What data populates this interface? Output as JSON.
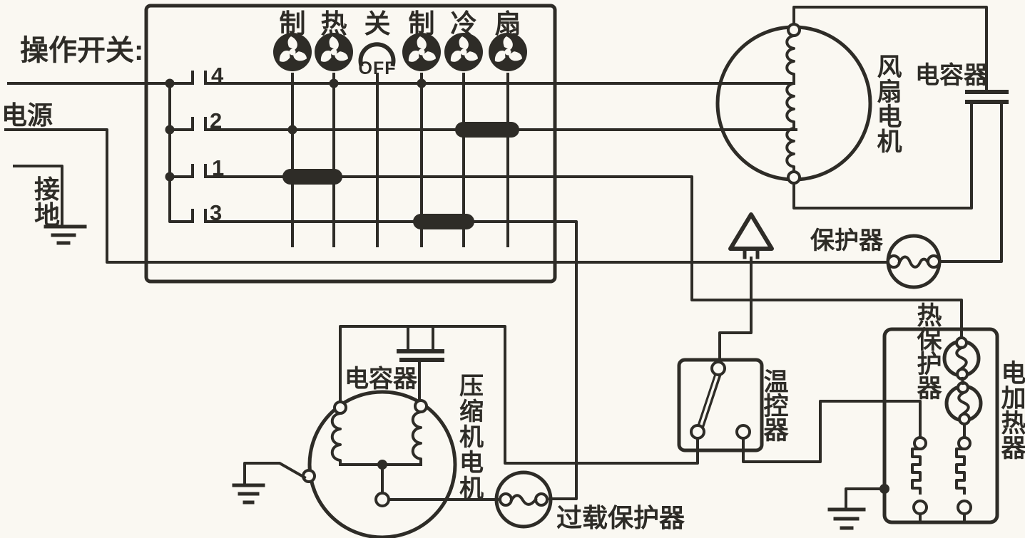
{
  "colors": {
    "ink": "#2e2c27",
    "paper": "#faf8f2"
  },
  "labels": {
    "operation_switch": "操作开关:",
    "power_source": "电源",
    "earth_ground": "接地",
    "off_text": "OFF",
    "fan_motor": "风扇电机",
    "fan_capacitor": "电容器",
    "fan_protector": "保护器",
    "thermostat": "温控器",
    "compressor_capacitor": "电容器",
    "compressor_motor": "压缩机电机",
    "overload_protector": "过载保护器",
    "thermal_protector": "热保护器",
    "electric_heater": "电加热器"
  },
  "switch": {
    "modes": [
      "制",
      "热",
      "关",
      "制",
      "冷",
      "扇"
    ],
    "contacts": [
      "4",
      "2",
      "1",
      "3"
    ]
  }
}
